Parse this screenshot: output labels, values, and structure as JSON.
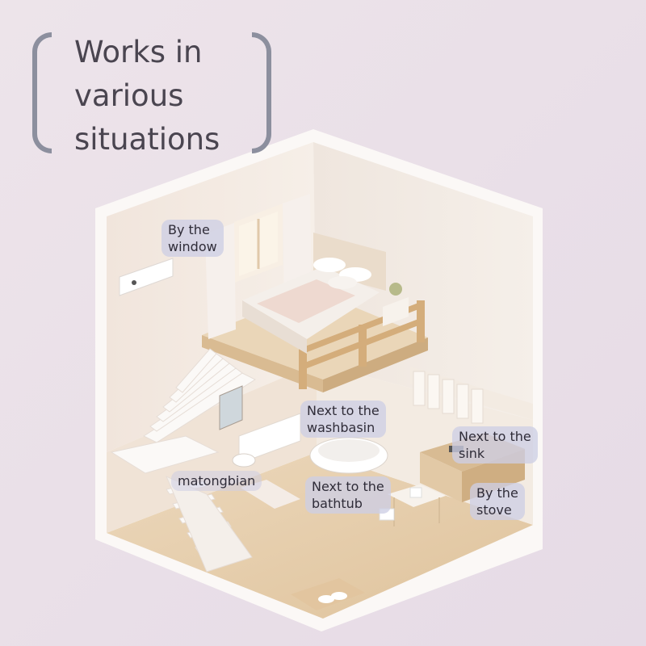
{
  "heading": {
    "text": "Works in\nvarious\nsituations"
  },
  "labels": {
    "window": "By the\nwindow",
    "washbasin": "Next to the\nwashbasin",
    "toilet": "matongbian",
    "bathtub": "Next to the\nbathtub",
    "sink": "Next to the\nsink",
    "stove": "By the\nstove"
  },
  "colors": {
    "background": "#ece2e8",
    "wall": "#f4ece4",
    "floor": "#e8d3b4",
    "wood": "#d9b98e",
    "accent_text": "#4a4550",
    "label_bg": "#cdcee4"
  }
}
